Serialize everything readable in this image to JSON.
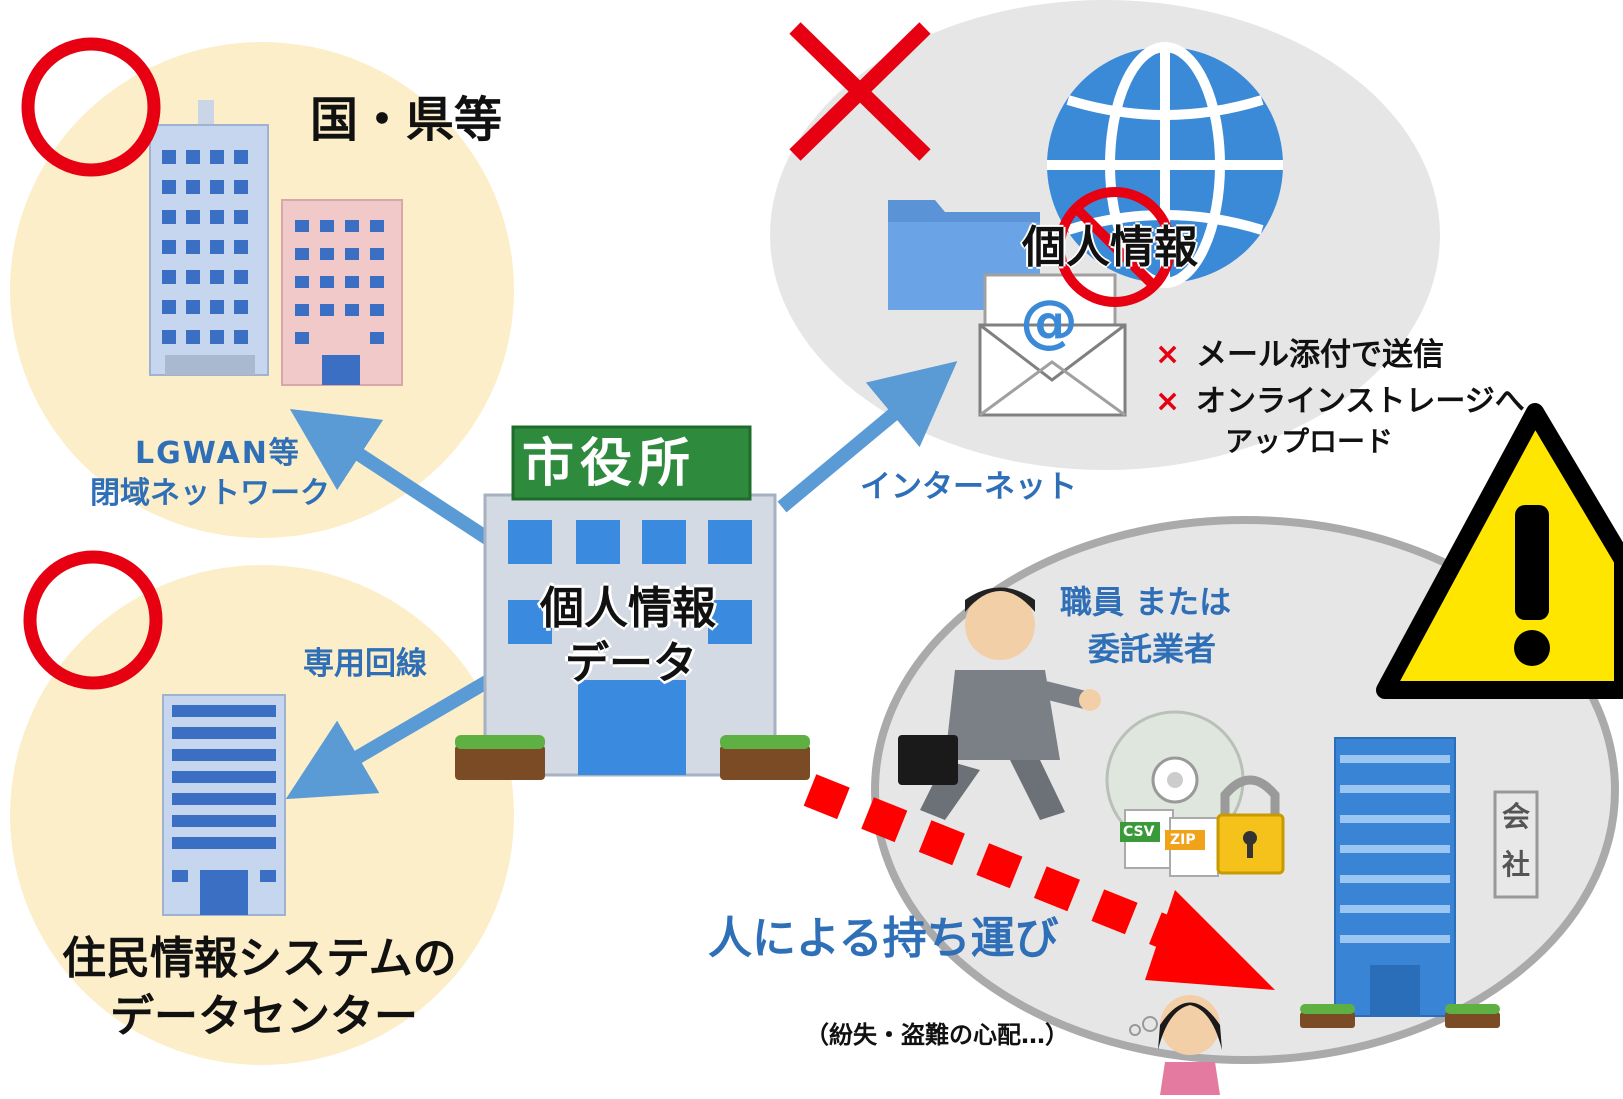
{
  "colors": {
    "ok_circle": "#e60012",
    "ng_cross": "#e60012",
    "safe_bg": "#fbeec8",
    "risk_bg": "#e6e6e6",
    "arrow_blue": "#5b9bd5",
    "arrow_red": "#ff0000",
    "label_blue": "#2e6fb7",
    "city_hall_sign": "#2e8b3e",
    "warning_yellow": "#ffe600"
  },
  "icons": {
    "ok_top": "circle-mark-icon",
    "ok_bottom": "circle-mark-icon",
    "ng": "cross-mark-icon",
    "globe": "globe-icon",
    "folder": "folder-icon",
    "mail": "email-envelope-icon",
    "prohibited": "prohibited-icon",
    "warning": "warning-icon",
    "disc": "cd-disc-icon",
    "lock": "padlock-icon",
    "person": "businessman-running-icon",
    "worried": "worried-woman-icon"
  },
  "government": {
    "title": "国・県等",
    "link_label_line1": "LGWAN等",
    "link_label_line2": "閉域ネットワーク"
  },
  "datacenter": {
    "link_label": "専用回線",
    "title_line1": "住民情報システムの",
    "title_line2": "データセンター"
  },
  "city_hall": {
    "sign": "市役所",
    "data_line1": "個人情報",
    "data_line2": "データ"
  },
  "internet": {
    "link_label": "インターネット",
    "center_text": "個人情報",
    "mail_at": "@",
    "bullets": [
      {
        "mark": "×",
        "text": "メール添付で送信"
      },
      {
        "mark": "×",
        "text": "オンラインストレージへ"
      }
    ],
    "bullet2_cont": "アップロード"
  },
  "carry": {
    "actor_line1": "職員 または",
    "actor_line2": "委託業者",
    "file_csv": "CSV",
    "file_zip": "ZIP",
    "company_sign_1": "会",
    "company_sign_2": "社",
    "title": "人による持ち運び",
    "worry": "（紛失・盗難の心配…）"
  }
}
